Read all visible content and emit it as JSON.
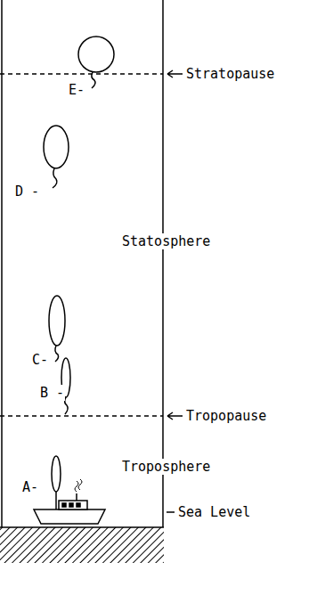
{
  "diagram": {
    "labels": [
      "Stratopause",
      "E-",
      "D -",
      "Statosphere",
      "C-",
      "B -",
      "Tropopause",
      "Troposphere",
      "A-",
      "Sea Level"
    ]
  }
}
